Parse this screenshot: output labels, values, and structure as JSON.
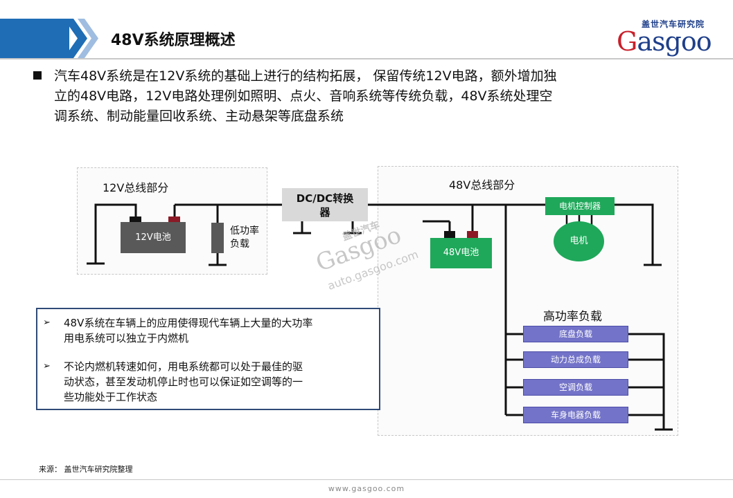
{
  "header": {
    "title": "48V系统原理概述",
    "accent_color": "#1e6db5"
  },
  "logo": {
    "cn": "盖世汽车研究院",
    "en_first": "G",
    "en_rest": "asgoo",
    "brand_color": "#1e3f8a",
    "accent_color": "#c8202a"
  },
  "intro": {
    "lines": [
      "汽车48V系统是在12V系统的基础上进行的结构拓展， 保留传统12V电路，额外增加独",
      "立的48V电路，12V电路处理例如照明、点火、音响系统等传统负载，48V系统处理空",
      "调系统、制动能量回收系统、主动悬架等底盘系统"
    ]
  },
  "diagram": {
    "bus12_label": "12V总线部分",
    "battery12_label": "12V电池",
    "low_power_load_line1": "低功率",
    "low_power_load_line2": "负载",
    "dcdc_line1": "DC/DC转换",
    "dcdc_line2": "器",
    "bus48_label": "48V总线部分",
    "battery48_label": "48V电池",
    "motor_controller_label": "电机控制器",
    "motor_label": "电机",
    "high_power_label": "高功率负载",
    "loads": [
      "底盘负载",
      "动力总成负载",
      "空调负载",
      "车身电器负载"
    ],
    "colors": {
      "battery12": "#595959",
      "battery48": "#1fa85a",
      "terminal_red": "#8b1a26",
      "load": "#7373c9"
    }
  },
  "notes": {
    "items": [
      {
        "arrow": "➢",
        "lines": [
          "48V系统在车辆上的应用使得现代车辆上大量的大功率",
          "用电系统可以独立于内燃机"
        ]
      },
      {
        "arrow": "➢",
        "lines": [
          "不论内燃机转速如何，用电系统都可以处于最佳的驱",
          "动状态，甚至发动机停止时也可以保证如空调等的一",
          "些功能处于工作状态"
        ]
      }
    ]
  },
  "watermark": {
    "cn": "盖世汽车",
    "en": "Gasgoo",
    "url": "auto.gasgoo.com"
  },
  "footer": {
    "source": "来源：  盖世汽车研究院整理",
    "url": "www.gasgoo.com"
  }
}
